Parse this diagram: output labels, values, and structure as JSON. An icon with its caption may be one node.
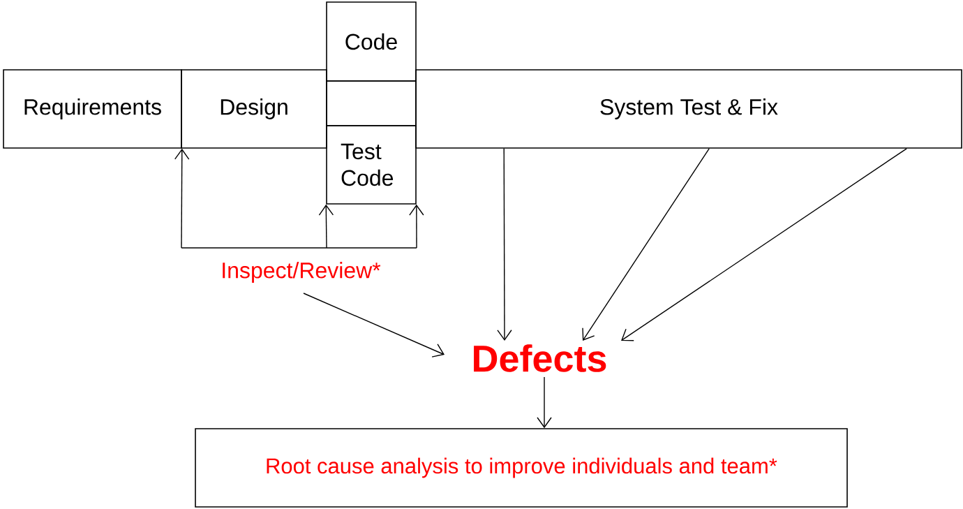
{
  "diagram": {
    "nodes": [
      {
        "text": [
          "Requirements"
        ]
      },
      {
        "text": [
          "Design"
        ]
      },
      {
        "text": [
          "Code"
        ]
      },
      {
        "text": [],
        "shape": "box"
      },
      {
        "text": [
          "Test Code"
        ]
      },
      {
        "text": [
          "System Test & Fix"
        ]
      },
      {
        "text": [
          "Inspect/Review*"
        ]
      },
      {
        "text": [
          "Defects"
        ]
      },
      {
        "text": [
          "Root cause analysis to improve individuals and team*"
        ]
      }
    ],
    "edges": [
      {
        "from": 6,
        "to": 0,
        "arrow": "to"
      },
      {
        "from": 6,
        "to": 4,
        "arrow": "to"
      },
      {
        "from": 6,
        "to": 4,
        "arrow": "to"
      },
      {
        "from": 6,
        "to": 7,
        "arrow": "to"
      },
      {
        "from": 5,
        "to": 7,
        "arrow": "to"
      },
      {
        "from": 5,
        "to": 7,
        "arrow": "to"
      },
      {
        "from": 5,
        "to": 7,
        "arrow": "to"
      },
      {
        "from": 7,
        "to": 8,
        "arrow": "to"
      }
    ]
  }
}
